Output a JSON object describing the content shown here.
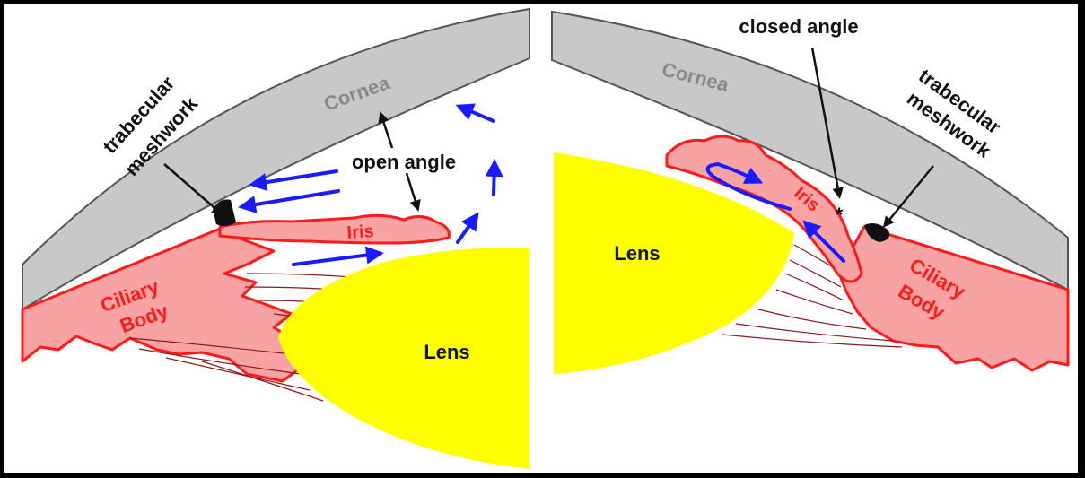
{
  "colors": {
    "cornea_fill": "#c8c8c8",
    "cornea_stroke": "#555555",
    "cornea_label": "#8a8a8a",
    "tissue_fill": "#f7a3a3",
    "tissue_stroke": "#ff1a1a",
    "tissue_label": "#ff1a1a",
    "lens_fill": "#ffff00",
    "flow_arrow": "#1a1aff",
    "pointer": "#111111",
    "meshwork": "#111111"
  },
  "left_panel": {
    "cornea_label": "Cornea",
    "meshwork_label_line1": "trabecular",
    "meshwork_label_line2": "meshwork",
    "angle_label": "open angle",
    "iris_label": "Iris",
    "ciliary_label_line1": "Ciliary",
    "ciliary_label_line2": "Body",
    "lens_label": "Lens"
  },
  "right_panel": {
    "cornea_label": "Cornea",
    "angle_label": "closed angle",
    "meshwork_label_line1": "trabecular",
    "meshwork_label_line2": "meshwork",
    "iris_label": "Iris",
    "asterisk": "*",
    "ciliary_label_line1": "Ciliary",
    "ciliary_label_line2": "Body",
    "lens_label": "Lens"
  },
  "icons": {
    "flow_arrows": "aqueous-flow-arrow-icon",
    "pointer_arrows": "pointer-arrow-icon"
  }
}
